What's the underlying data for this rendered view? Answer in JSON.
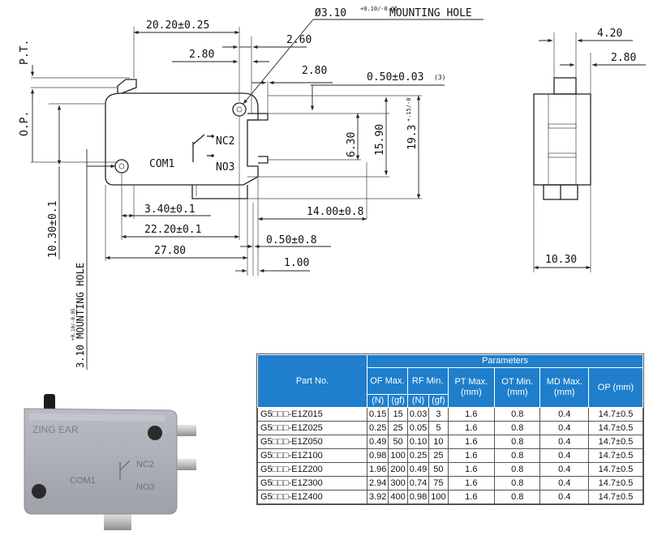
{
  "drawing": {
    "dims": {
      "mount_hole_top": "Ø3.10",
      "mount_hole_tol": "+0.10/-0.05",
      "mount_hole_label": "MOUNTING HOLE",
      "w_20_20": "20.20±0.25",
      "d_2_60": "2.60",
      "d_2_80a": "2.80",
      "d_2_80b": "2.80",
      "d_0_50_003": "0.50±0.03",
      "ref_3": "(3)",
      "d_15_90": "15.90",
      "d_6_30": "6.30",
      "d_19_3": "19.3",
      "d_19_3_tol": "+.15/-0",
      "d_3_40": "3.40±0.1",
      "d_22_20": "22.20±0.1",
      "d_27_80": "27.80",
      "d_14_00": "14.00±0.8",
      "d_0_50_08": "0.50±0.8",
      "d_1_00": "1.00",
      "pt": "P.T.",
      "op": "O.P.",
      "d_10_30_v": "10.30±0.1",
      "side_mount_hole": "3.10 MOUNTING HOLE",
      "side_mount_tol": "+0.10/-0.05",
      "d_4_20": "4.20",
      "d_2_80c": "2.80",
      "d_10_30": "10.30",
      "nc": "NC2",
      "no": "NO3",
      "com": "COM1"
    }
  },
  "photo": {
    "brand": "ZING EAR",
    "nc": "NC2",
    "no": "NO3",
    "com": "COM1"
  },
  "table": {
    "part_no_header": "Part No.",
    "params_header": "Parameters",
    "of_header": "OF Max.",
    "rf_header": "RF Min.",
    "pt_header": "PT Max. (mm)",
    "ot_header": "OT Min. (mm)",
    "md_header": "MD Max. (mm)",
    "op_header": "OP (mm)",
    "unit_n": "(N)",
    "unit_gf": "(gf)",
    "rows": [
      {
        "part": "G5□□□-E1Z015",
        "of_n": "0.15",
        "of_gf": "15",
        "rf_n": "0.03",
        "rf_gf": "3",
        "pt": "1.6",
        "ot": "0.8",
        "md": "0.4",
        "op": "14.7±0.5"
      },
      {
        "part": "G5□□□-E1Z025",
        "of_n": "0.25",
        "of_gf": "25",
        "rf_n": "0.05",
        "rf_gf": "5",
        "pt": "1.6",
        "ot": "0.8",
        "md": "0.4",
        "op": "14.7±0.5"
      },
      {
        "part": "G5□□□-E1Z050",
        "of_n": "0.49",
        "of_gf": "50",
        "rf_n": "0.10",
        "rf_gf": "10",
        "pt": "1.6",
        "ot": "0.8",
        "md": "0.4",
        "op": "14.7±0.5"
      },
      {
        "part": "G5□□□-E1Z100",
        "of_n": "0.98",
        "of_gf": "100",
        "rf_n": "0.25",
        "rf_gf": "25",
        "pt": "1.6",
        "ot": "0.8",
        "md": "0.4",
        "op": "14.7±0.5"
      },
      {
        "part": "G5□□□-E1Z200",
        "of_n": "1.96",
        "of_gf": "200",
        "rf_n": "0.49",
        "rf_gf": "50",
        "pt": "1.6",
        "ot": "0.8",
        "md": "0.4",
        "op": "14.7±0.5"
      },
      {
        "part": "G5□□□-E1Z300",
        "of_n": "2.94",
        "of_gf": "300",
        "rf_n": "0.74",
        "rf_gf": "75",
        "pt": "1.6",
        "ot": "0.8",
        "md": "0.4",
        "op": "14.7±0.5"
      },
      {
        "part": "G5□□□-E1Z400",
        "of_n": "3.92",
        "of_gf": "400",
        "rf_n": "0.98",
        "rf_gf": "100",
        "pt": "1.6",
        "ot": "0.8",
        "md": "0.4",
        "op": "14.7±0.5"
      }
    ]
  }
}
